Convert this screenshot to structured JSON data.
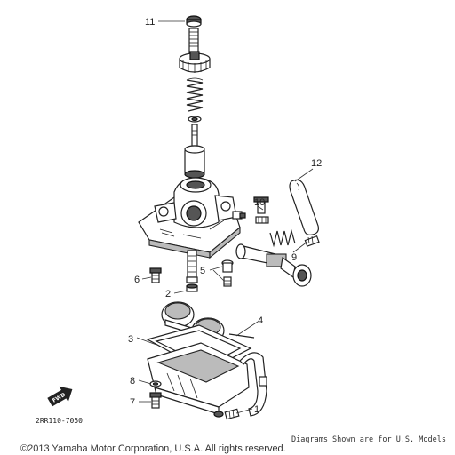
{
  "diagram": {
    "callouts": [
      {
        "id": "11",
        "label": "11"
      },
      {
        "id": "12",
        "label": "12"
      },
      {
        "id": "10",
        "label": "10"
      },
      {
        "id": "9",
        "label": "9"
      },
      {
        "id": "6",
        "label": "6"
      },
      {
        "id": "5",
        "label": "5"
      },
      {
        "id": "2",
        "label": "2"
      },
      {
        "id": "4",
        "label": "4"
      },
      {
        "id": "3",
        "label": "3"
      },
      {
        "id": "8",
        "label": "8"
      },
      {
        "id": "7",
        "label": "7"
      },
      {
        "id": "1",
        "label": "1"
      }
    ],
    "fwd_label": "FWD",
    "reference_code": "2RR110-7050"
  },
  "footer": {
    "note": "Diagrams Shown are for U.S. Models",
    "copyright": "©2013 Yamaha Motor Corporation, U.S.A. All rights reserved."
  }
}
